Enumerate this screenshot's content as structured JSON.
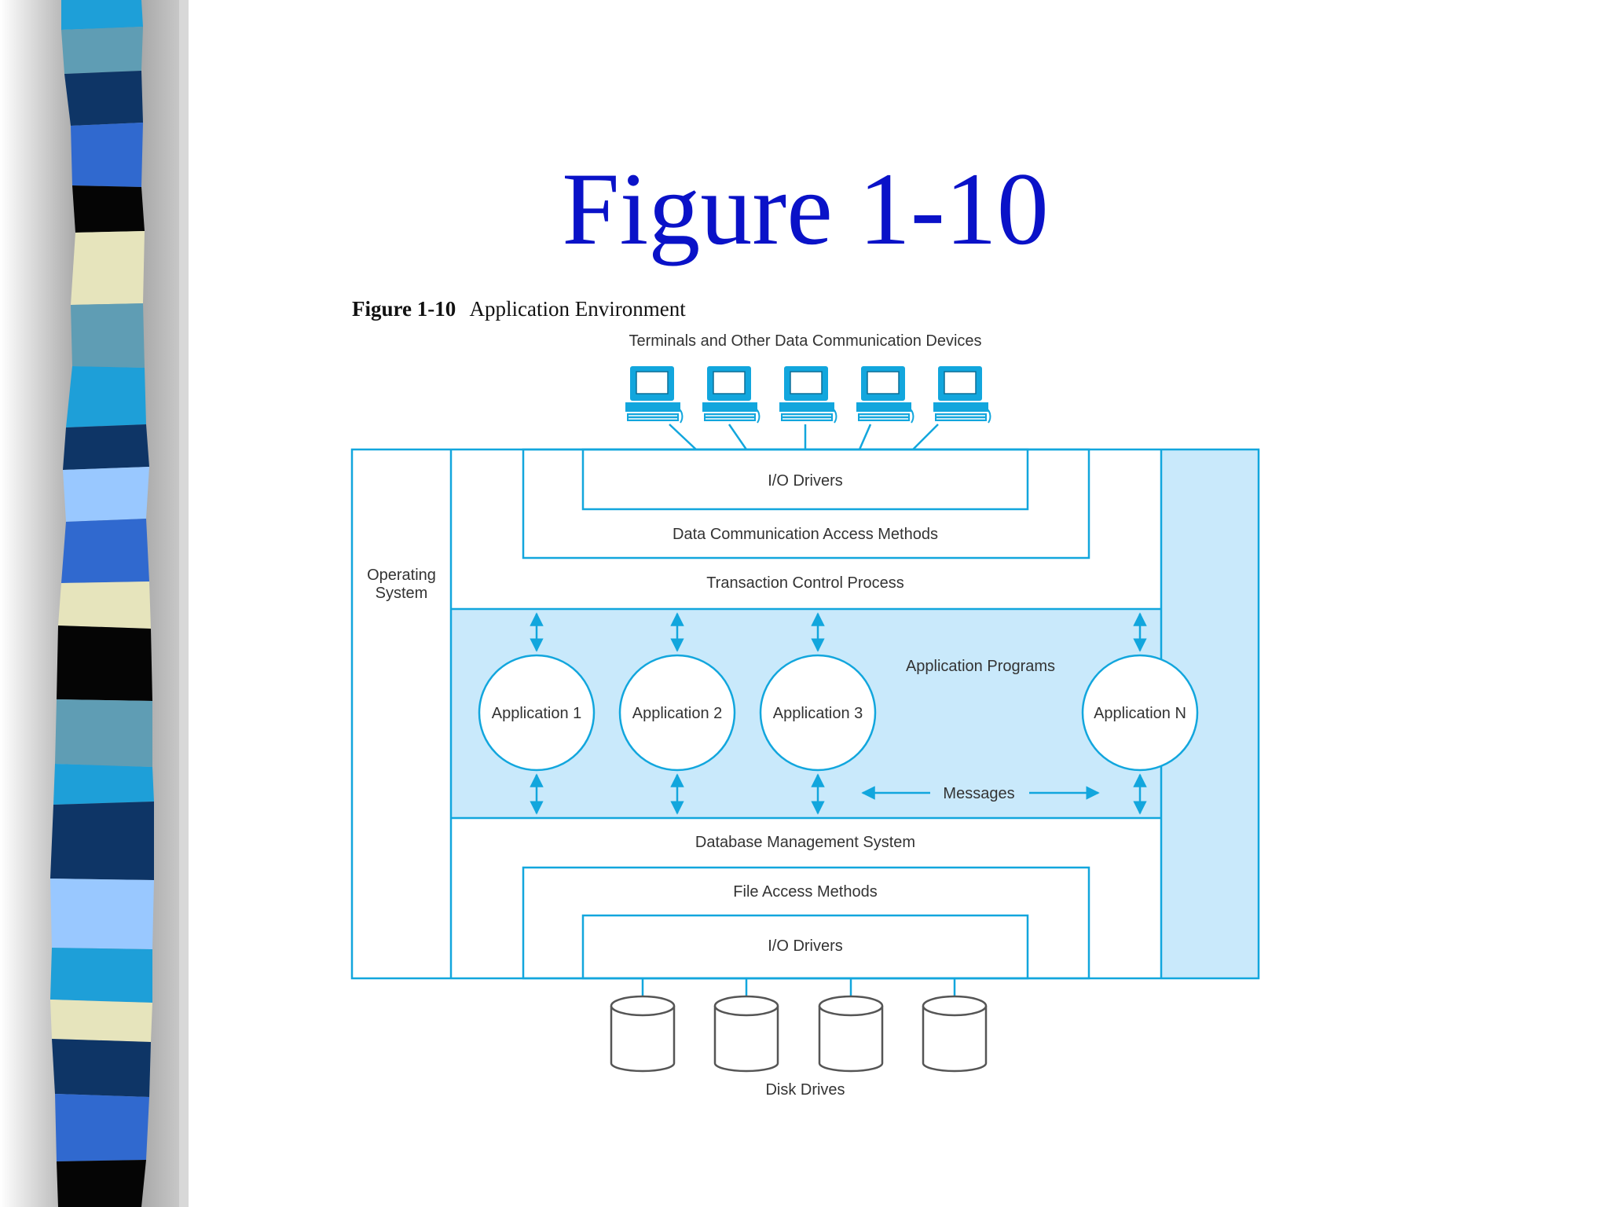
{
  "slide": {
    "title": "Figure 1-10"
  },
  "figure": {
    "caption_number": "Figure 1-10",
    "caption_text": "Application Environment",
    "terminals_label": "Terminals and Other Data Communication Devices",
    "top_io_drivers": "I/O Drivers",
    "data_comm_access_methods": "Data Communication Access Methods",
    "transaction_control_process": "Transaction Control Process",
    "operating_system_line1": "Operating",
    "operating_system_line2": "System",
    "application_programs": "Application Programs",
    "applications": [
      "Application 1",
      "Application 2",
      "Application 3",
      "Application N"
    ],
    "messages": "Messages",
    "database_management_system": "Database Management System",
    "file_access_methods": "File Access Methods",
    "bottom_io_drivers": "I/O Drivers",
    "disk_drives": "Disk Drives"
  },
  "colors": {
    "title": "#0a12c8",
    "diagram_line": "#12a6dd",
    "app_region_fill": "#c9e9fb"
  },
  "icons": {
    "terminal": "terminal-icon",
    "disk": "disk-drive-icon"
  }
}
